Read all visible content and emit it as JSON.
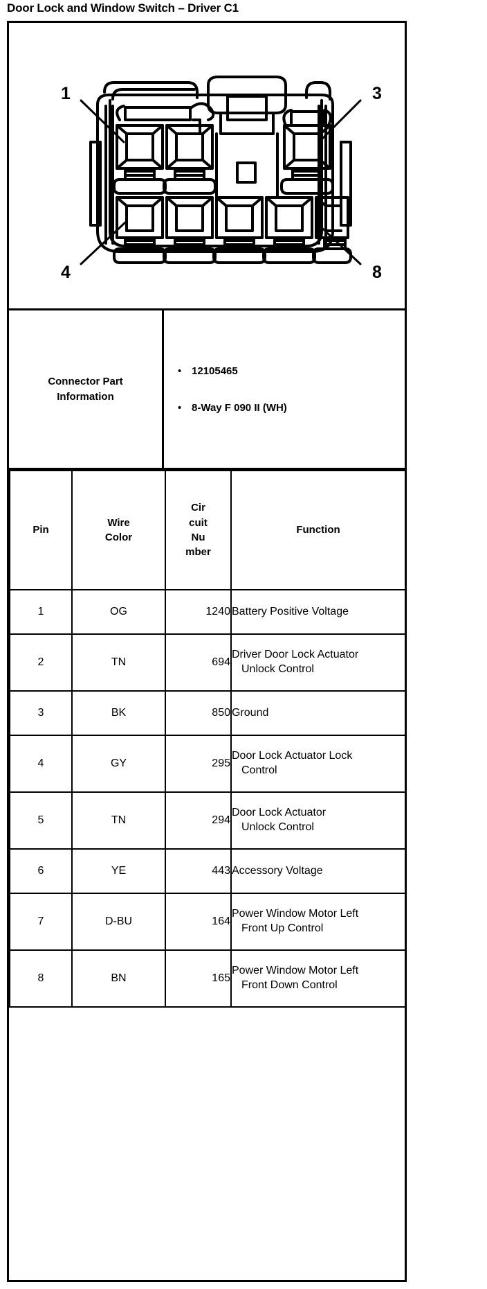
{
  "document": {
    "title": "Door Lock and Window Switch – Driver C1"
  },
  "diagram": {
    "name": "connector-face-view",
    "description": "8-way female connector terminal face view",
    "callouts": [
      {
        "label": "1",
        "position": "top-left"
      },
      {
        "label": "3",
        "position": "top-right"
      },
      {
        "label": "4",
        "position": "bottom-left"
      },
      {
        "label": "8",
        "position": "bottom-right"
      }
    ],
    "top_row_cavities": 3,
    "bottom_row_cavities": 5
  },
  "connector_part_information": {
    "label_line1": "Connector Part",
    "label_line2": "Information",
    "bullet_glyph": "•",
    "items": [
      "12105465",
      "8-Way F 090 II (WH)"
    ]
  },
  "pin_table": {
    "headers": {
      "pin": "Pin",
      "wire_color_line1": "Wire",
      "wire_color_line2": "Color",
      "circuit_number_line1": "Cir",
      "circuit_number_line2": "cuit",
      "circuit_number_line3": "Nu",
      "circuit_number_line4": "mber",
      "function": "Function"
    },
    "rows": [
      {
        "pin": "1",
        "wire_color": "OG",
        "circuit": "1240",
        "function_line1": "Battery Positive Voltage",
        "function_line2": ""
      },
      {
        "pin": "2",
        "wire_color": "TN",
        "circuit": "694",
        "function_line1": "Driver Door Lock Actuator",
        "function_line2": "Unlock Control"
      },
      {
        "pin": "3",
        "wire_color": "BK",
        "circuit": "850",
        "function_line1": "Ground",
        "function_line2": ""
      },
      {
        "pin": "4",
        "wire_color": "GY",
        "circuit": "295",
        "function_line1": "Door Lock Actuator Lock",
        "function_line2": "Control"
      },
      {
        "pin": "5",
        "wire_color": "TN",
        "circuit": "294",
        "function_line1": "Door Lock Actuator",
        "function_line2": "Unlock Control"
      },
      {
        "pin": "6",
        "wire_color": "YE",
        "circuit": "443",
        "function_line1": "Accessory Voltage",
        "function_line2": ""
      },
      {
        "pin": "7",
        "wire_color": "D-BU",
        "circuit": "164",
        "function_line1": "Power Window Motor Left",
        "function_line2": "Front Up Control"
      },
      {
        "pin": "8",
        "wire_color": "BN",
        "circuit": "165",
        "function_line1": "Power Window Motor Left",
        "function_line2": "Front Down Control"
      }
    ]
  },
  "colors": {
    "ink": "#000000",
    "paper": "#ffffff"
  }
}
